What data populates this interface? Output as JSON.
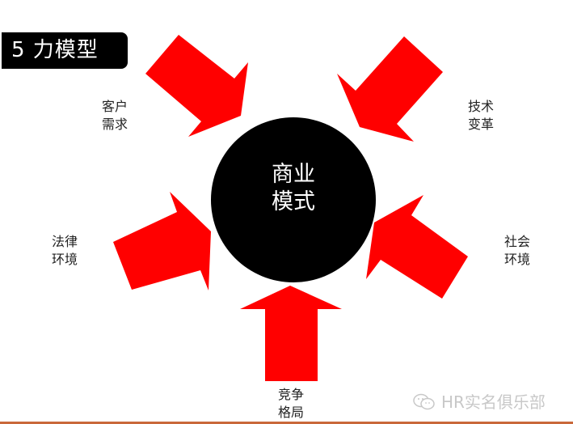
{
  "title": "5 力模型",
  "center": {
    "line1": "商业",
    "line2": "模式"
  },
  "forces": [
    {
      "id": "customer",
      "line1": "客户",
      "line2": "需求",
      "position": "top-left"
    },
    {
      "id": "technology",
      "line1": "技术",
      "line2": "变革",
      "position": "top-right"
    },
    {
      "id": "legal",
      "line1": "法律",
      "line2": "环境",
      "position": "left"
    },
    {
      "id": "social",
      "line1": "社会",
      "line2": "环境",
      "position": "right"
    },
    {
      "id": "competition",
      "line1": "竞争",
      "line2": "格局",
      "position": "bottom"
    }
  ],
  "watermark": {
    "icon": "wechat-icon",
    "text": "HR实名俱乐部"
  },
  "colors": {
    "arrow": "#ff0000",
    "circle": "#000000",
    "title_bg": "#000000",
    "bottom_rule": "#c9683a"
  }
}
